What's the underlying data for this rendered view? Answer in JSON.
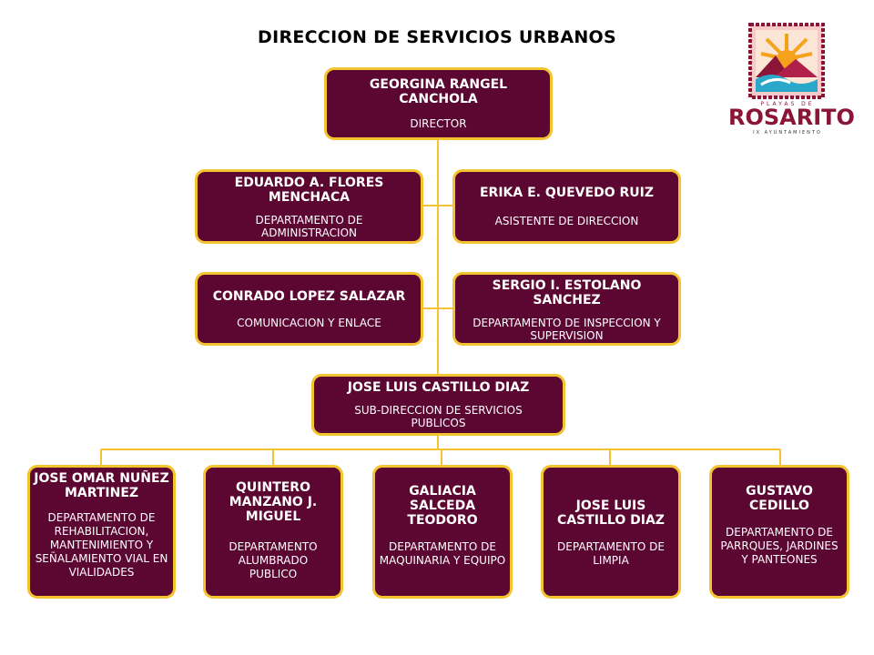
{
  "title": "DIRECCION DE SERVICIOS URBANOS",
  "logo": {
    "top_text": "PLAYAS DE",
    "name": "ROSARITO",
    "sub_text": "IX AYUNTAMIENTO",
    "colors": {
      "frame": "#8a1538",
      "sun": "#f4a21b",
      "sea": "#2aa8c9",
      "sky": "#f7c9c9"
    }
  },
  "colors": {
    "box_fill": "#5c0632",
    "box_border": "#f4c430",
    "connector": "#f4c430"
  },
  "nodes": {
    "director": {
      "name": "GEORGINA RANGEL CANCHOLA",
      "role": "DIRECTOR"
    },
    "admin": {
      "name": "EDUARDO A. FLORES MENCHACA",
      "role": "DEPARTAMENTO  DE ADMINISTRACION"
    },
    "asistente": {
      "name": "ERIKA E. QUEVEDO RUIZ",
      "role": "ASISTENTE  DE DIRECCION"
    },
    "comunicacion": {
      "name": "CONRADO LOPEZ SALAZAR",
      "role": "COMUNICACION  Y ENLACE"
    },
    "inspeccion": {
      "name": "SERGIO I. ESTOLANO SANCHEZ",
      "role": "DEPARTAMENTO  DE INSPECCION Y SUPERVISION"
    },
    "subdireccion": {
      "name": "JOSE LUIS CASTILLO DIAZ",
      "role": "SUB-DIRECCION  DE SERVICIOS PUBLICOS"
    },
    "rehabilitacion": {
      "name": "JOSE OMAR NUÑEZ MARTINEZ",
      "role": "DEPARTAMENTO  DE REHABILITACION, MANTENIMIENTO  Y SEÑALAMIENTO VIAL  EN VIALIDADES"
    },
    "alumbrado": {
      "name": "QUINTERO MANZANO  J. MIGUEL",
      "role": "DEPARTAMENTO ALUMBRADO PUBLICO"
    },
    "maquinaria": {
      "name": "GALIACIA SALCEDA TEODORO",
      "role": "DEPARTAMENTO DE MAQUINARIA  Y EQUIPO"
    },
    "limpia": {
      "name": "JOSE LUIS CASTILLO DIAZ",
      "role": "DEPARTAMENTO DE LIMPIA"
    },
    "parques": {
      "name": "GUSTAVO CEDILLO",
      "role": "DEPARTAMENTO DE PARRQUES, JARDINES  Y PANTEONES"
    }
  }
}
